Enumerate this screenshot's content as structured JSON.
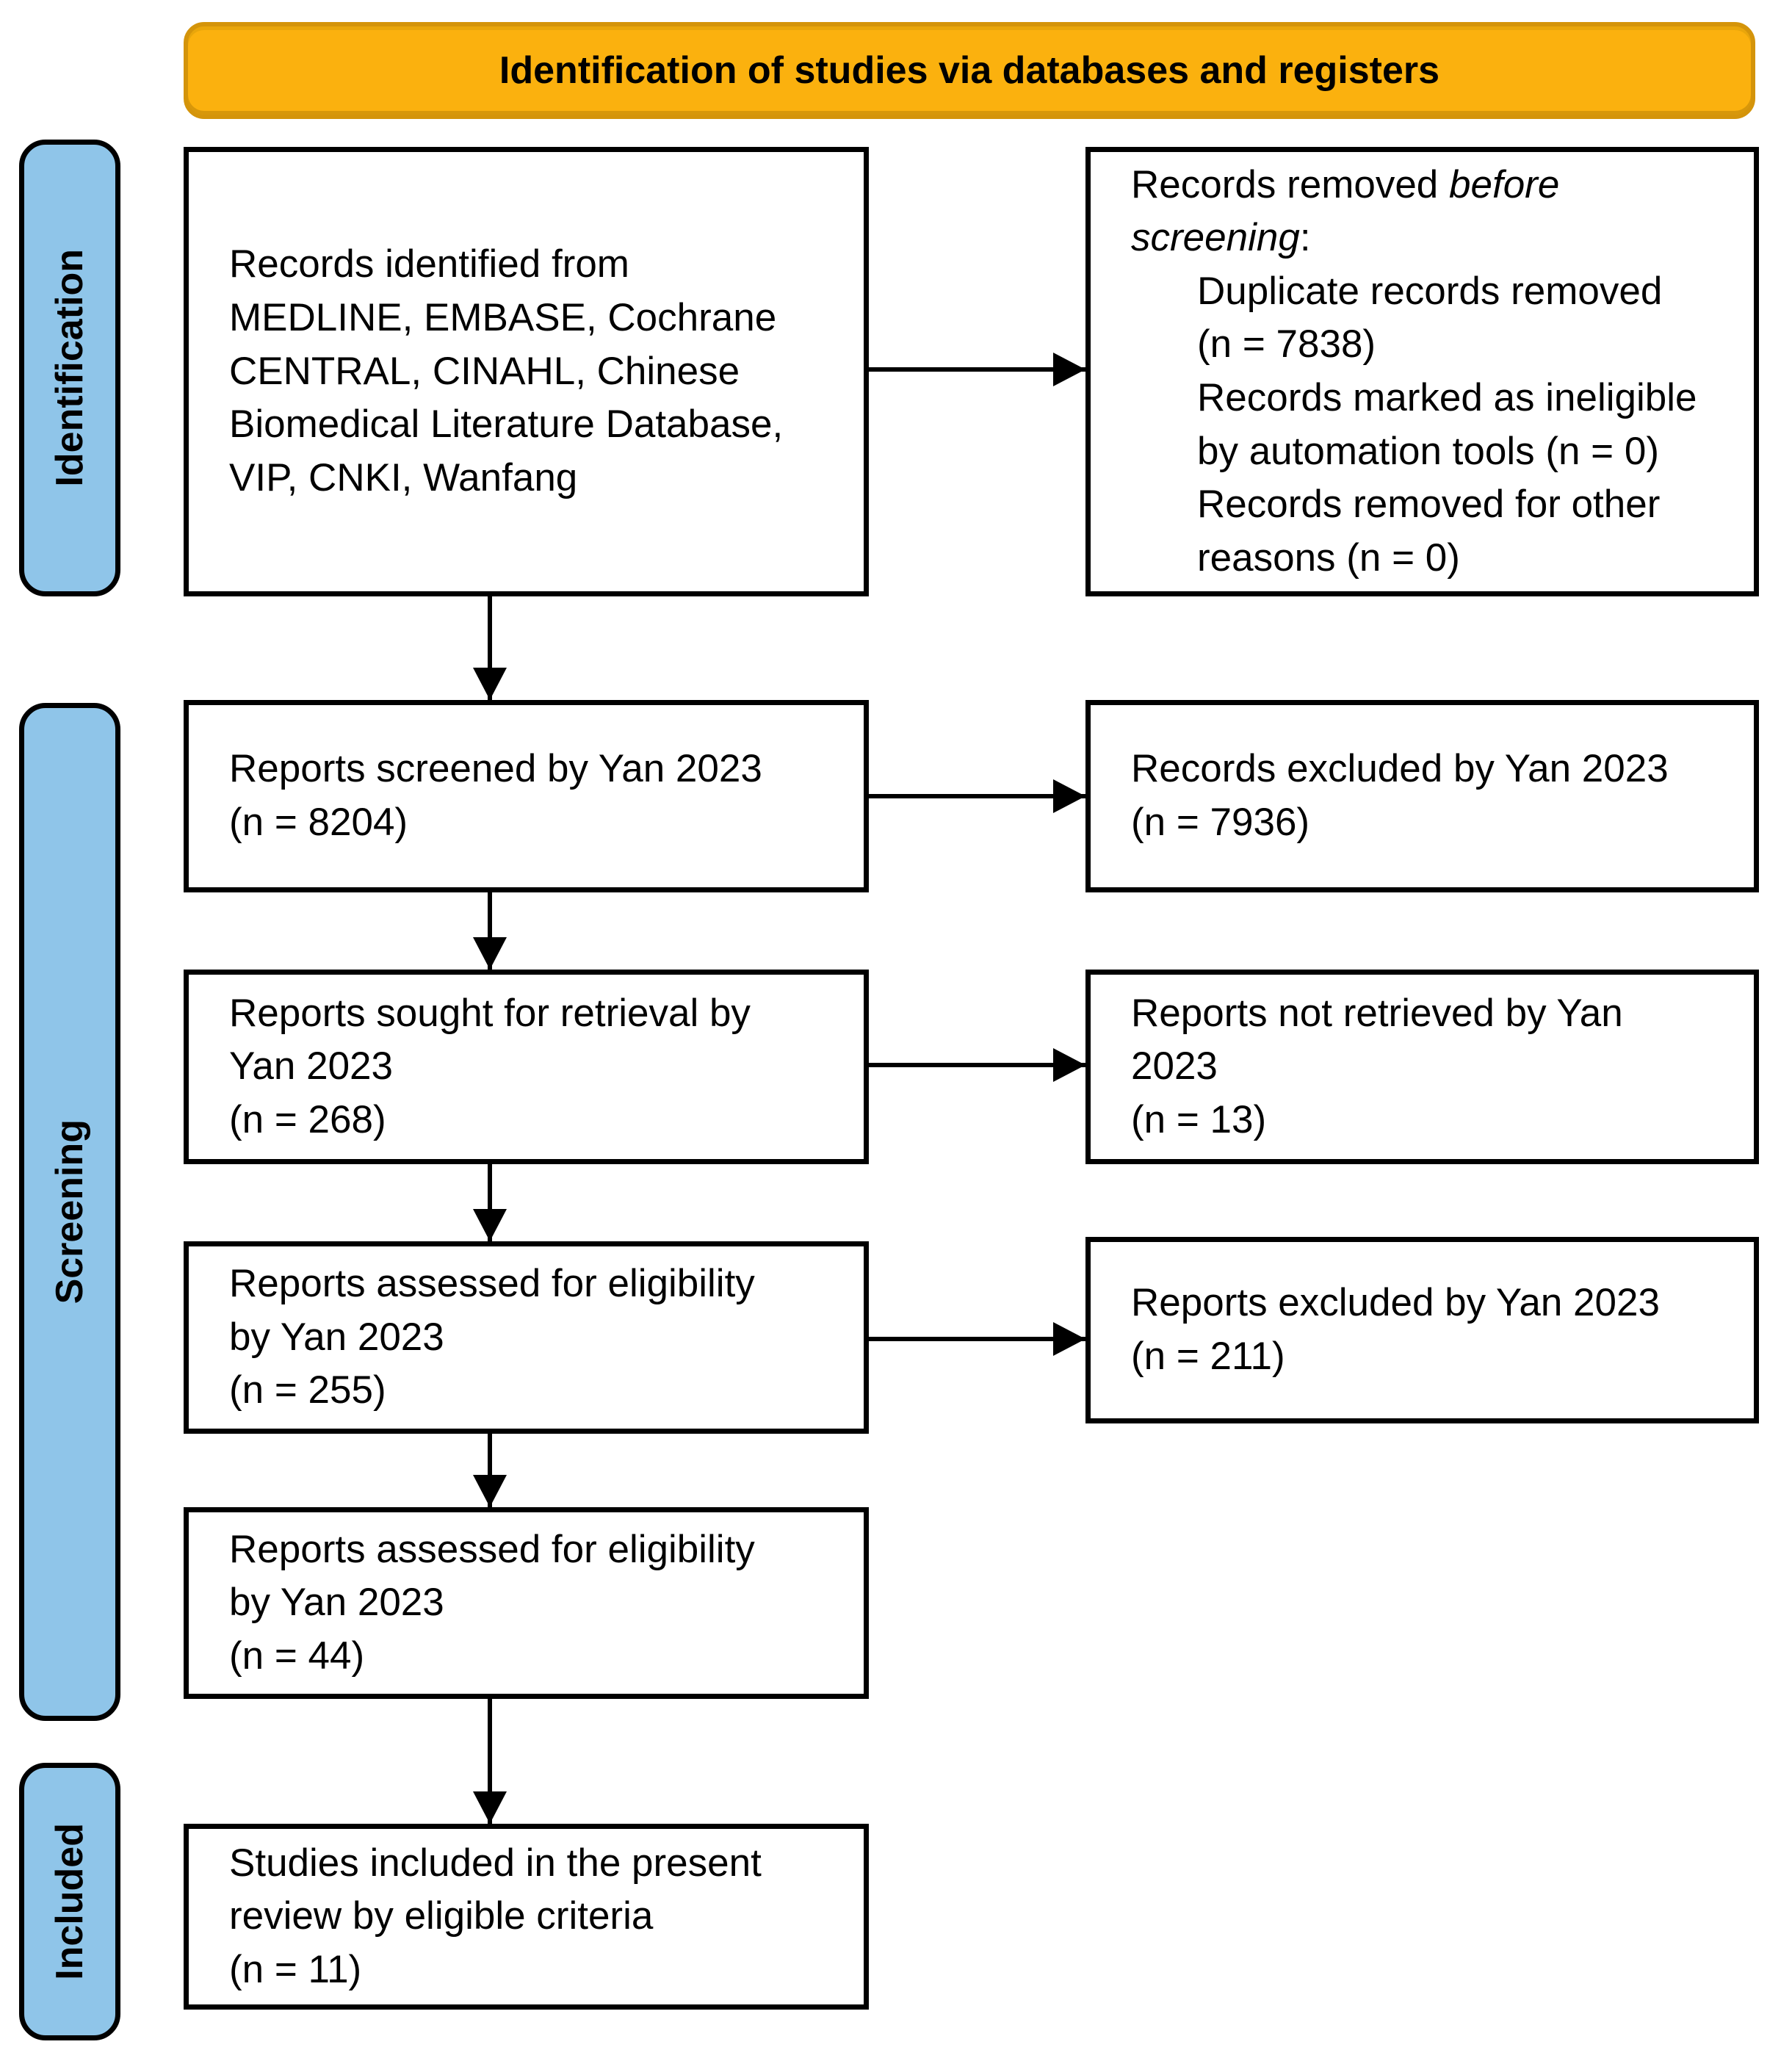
{
  "header": {
    "title": "Identification of studies via databases and registers"
  },
  "stages": [
    {
      "label": "Identification"
    },
    {
      "label": "Screening"
    },
    {
      "label": "Included"
    }
  ],
  "boxes": {
    "records_identified": {
      "text": "Records identified from\nMEDLINE, EMBASE, Cochrane\nCENTRAL, CINAHL, Chinese\nBiomedical Literature Database,\nVIP, CNKI, Wanfang"
    },
    "records_removed": {
      "intro_plain": "Records removed ",
      "intro_italic_1": "before",
      "intro_italic_2": "screening",
      "intro_colon": ":",
      "items": [
        "Duplicate records removed\n(n = 7838)",
        "Records marked as ineligible\nby automation tools (n = 0)",
        "Records removed for other\nreasons (n = 0)"
      ]
    },
    "reports_screened": {
      "text": "Reports screened by Yan 2023\n(n = 8204)"
    },
    "records_excluded": {
      "text": "Records excluded by Yan 2023\n(n = 7936)"
    },
    "reports_sought": {
      "text": "Reports sought for retrieval by\nYan 2023\n(n = 268)"
    },
    "reports_not_retrieved": {
      "text": "Reports not retrieved by Yan\n2023\n(n = 13)"
    },
    "reports_assessed": {
      "text": "Reports assessed for eligibility\nby Yan 2023\n(n = 255)"
    },
    "reports_excluded": {
      "text": "Reports excluded by Yan 2023\n(n = 211)"
    },
    "reports_assessed_2": {
      "text": "Reports assessed for eligibility\nby Yan 2023\n(n = 44)"
    },
    "studies_included": {
      "text": "Studies included in the present\nreview by eligible criteria\n(n = 11)"
    }
  },
  "colors": {
    "banner_bg": "#FBB10E",
    "banner_border": "#D4940A",
    "stage_bg": "#8FC5E9",
    "box_border": "#000000"
  }
}
